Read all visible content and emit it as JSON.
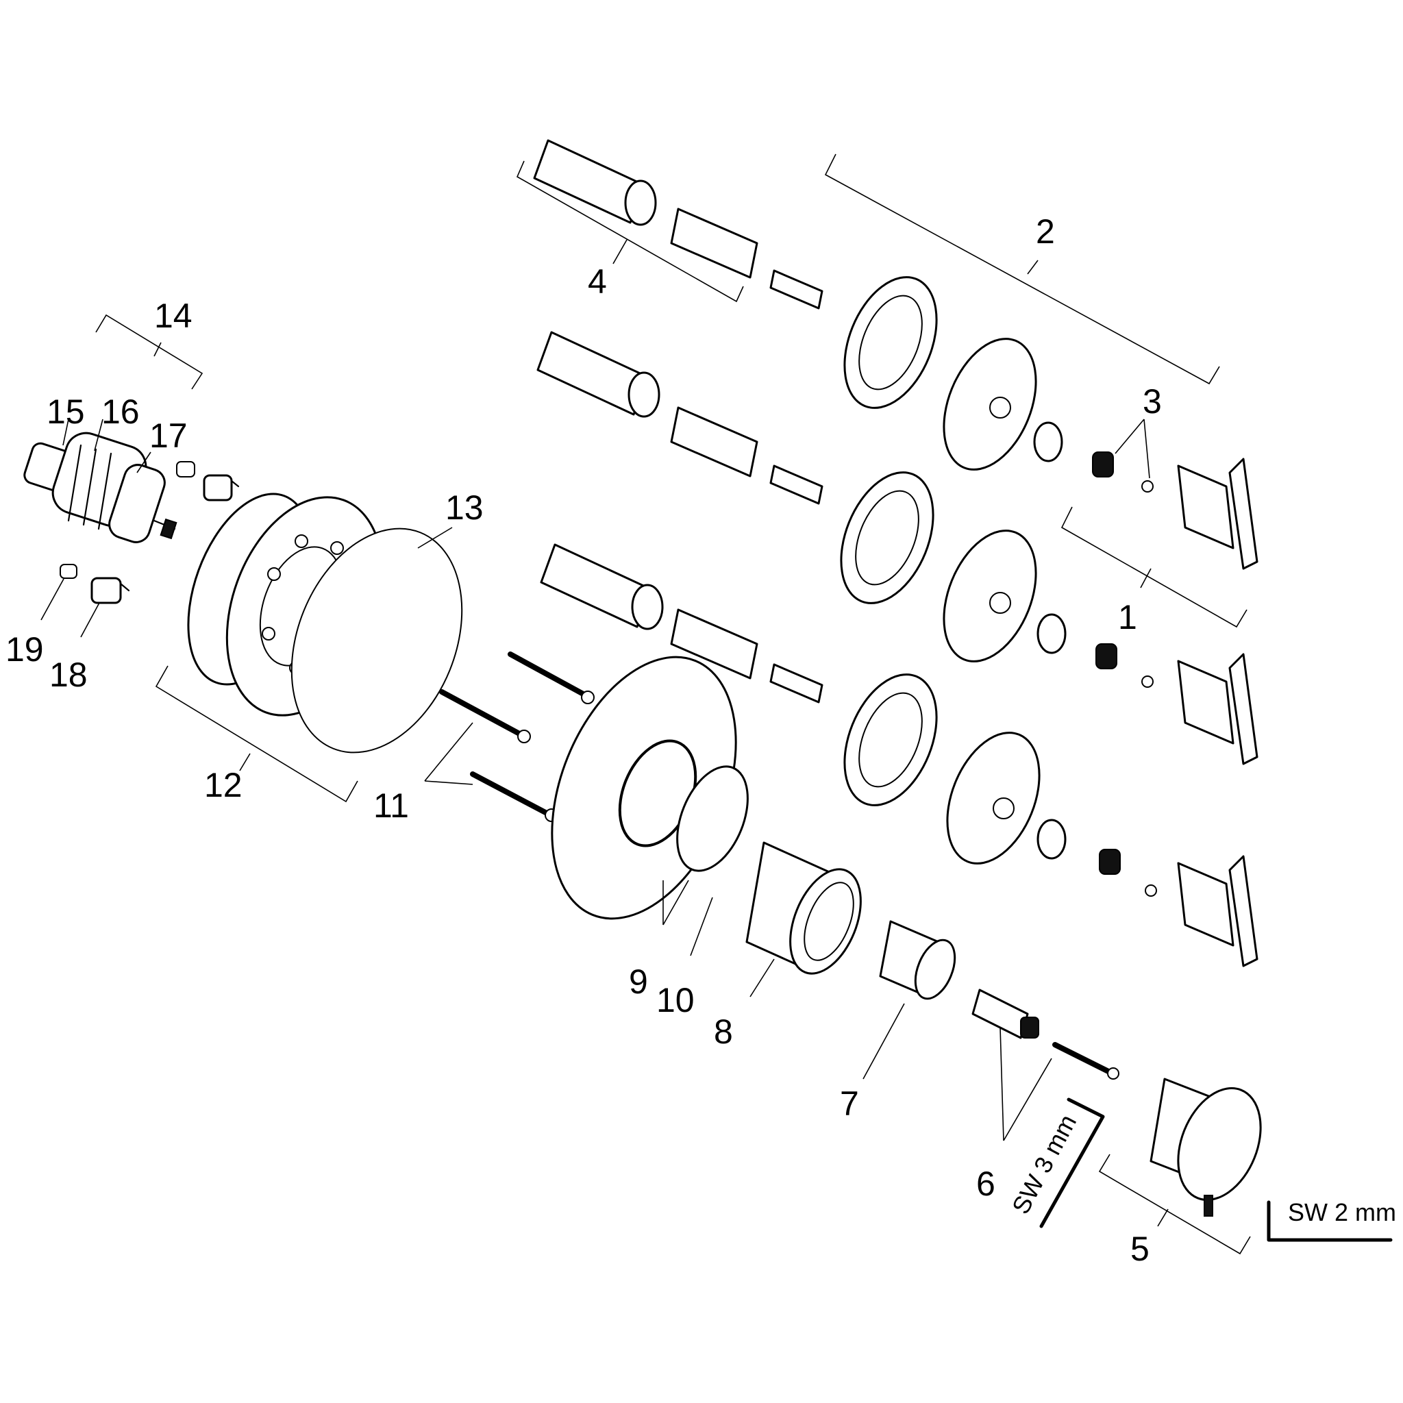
{
  "labels": {
    "l1": "1",
    "l2": "2",
    "l3": "3",
    "l4": "4",
    "l5": "5",
    "l6": "6",
    "l7": "7",
    "l8": "8",
    "l9": "9",
    "l10": "10",
    "l11": "11",
    "l12": "12",
    "l13": "13",
    "l14": "14",
    "l15": "15",
    "l16": "16",
    "l17": "17",
    "l18": "18",
    "l19": "19"
  },
  "tools": {
    "sw3": "SW 3 mm",
    "sw2": "SW 2 mm"
  }
}
